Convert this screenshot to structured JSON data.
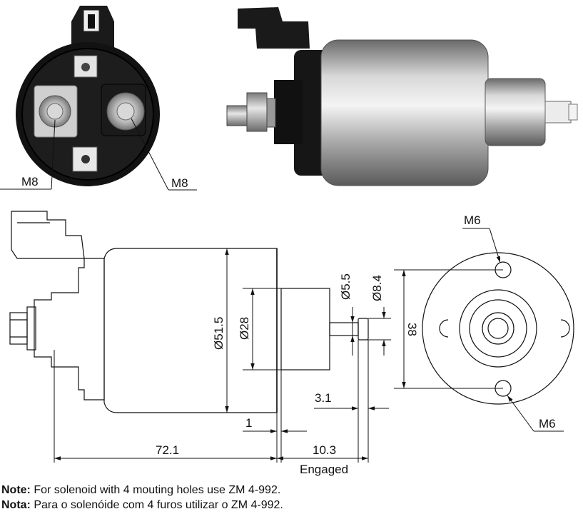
{
  "photo_end_view": {
    "terminal_left": "M8",
    "terminal_right": "M8"
  },
  "drawing": {
    "mount_top": "M6",
    "mount_bottom": "M6",
    "dia_body": "Ø51.5",
    "dia_inner": "Ø28",
    "dia_plunger": "Ø5.5",
    "dia_tip": "Ø8.4",
    "mount_spacing": "38",
    "tip_length": "3.1",
    "gap": "1",
    "body_length": "72.1",
    "stroke": "10.3",
    "stroke_state": "Engaged"
  },
  "notes": [
    {
      "label": "Note:",
      "text": "For solenoid with 4 mouting holes use ZM 4-992."
    },
    {
      "label": "Nota:",
      "text": "Para o solenóide com 4 furos utilizar o ZM 4-992."
    }
  ]
}
